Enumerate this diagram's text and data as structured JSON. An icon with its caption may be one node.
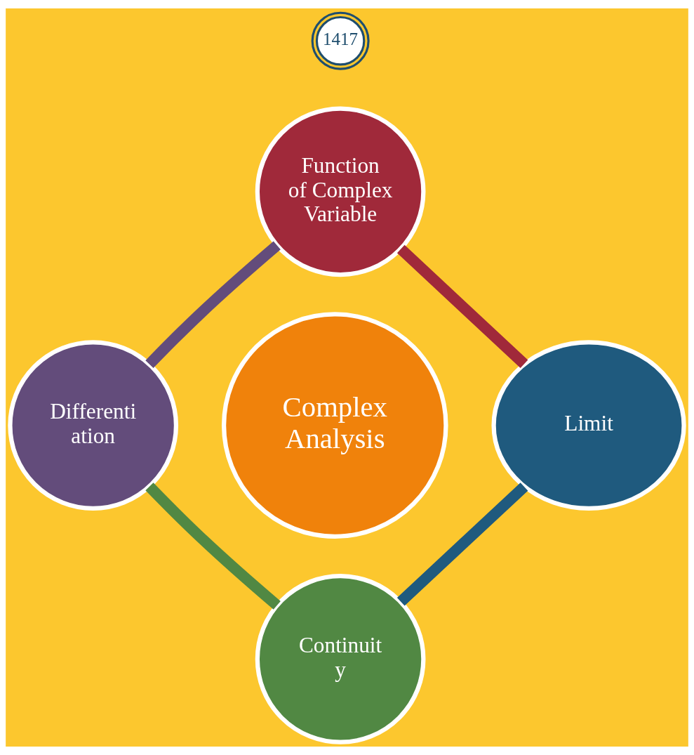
{
  "diagram": {
    "nodes": [
      {
        "text": [
          "1417"
        ]
      },
      {
        "text": [
          "Function of Complex Variable"
        ]
      },
      {
        "text": [
          "Differenti ation"
        ]
      },
      {
        "text": [
          "Complex Analysis"
        ]
      },
      {
        "text": [
          "Limit"
        ]
      },
      {
        "text": [
          "Continuit y"
        ]
      }
    ],
    "edges": [
      {
        "from": 1,
        "to": 4,
        "arrow": "none",
        "color": "#a0293a"
      },
      {
        "from": 4,
        "to": 5,
        "arrow": "none",
        "color": "#1f5a7e"
      },
      {
        "from": 5,
        "to": 2,
        "arrow": "none",
        "color": "#518843"
      },
      {
        "from": 2,
        "to": 1,
        "arrow": "none",
        "color": "#634c7b"
      }
    ]
  }
}
